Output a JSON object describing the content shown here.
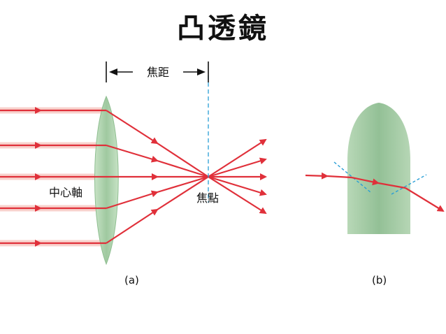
{
  "title": "凸透鏡",
  "labels": {
    "focal_length": "焦距",
    "principal_axis": "中心軸",
    "focal_point": "焦點",
    "panel_a": "(a)",
    "panel_b": "(b)"
  },
  "colors": {
    "ray": "#e0303a",
    "ray_glow": "#f7c7c2",
    "lens": "#a9cfa9",
    "dashed": "#2a9fd6",
    "text": "#111111"
  }
}
